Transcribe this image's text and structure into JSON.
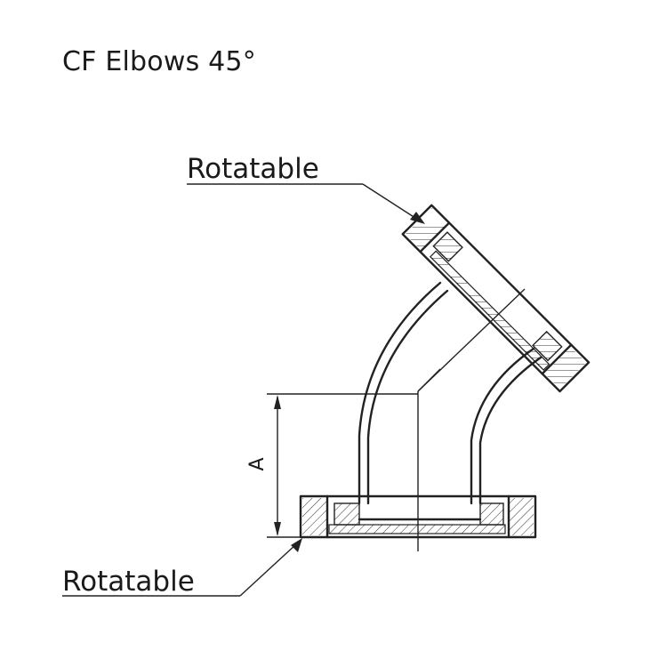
{
  "title": "CF Elbows 45°",
  "labels": {
    "top_flange": "Rotatable",
    "bottom_flange": "Rotatable",
    "dimension": "A"
  },
  "colors": {
    "line": "#222222",
    "background": "#ffffff"
  }
}
